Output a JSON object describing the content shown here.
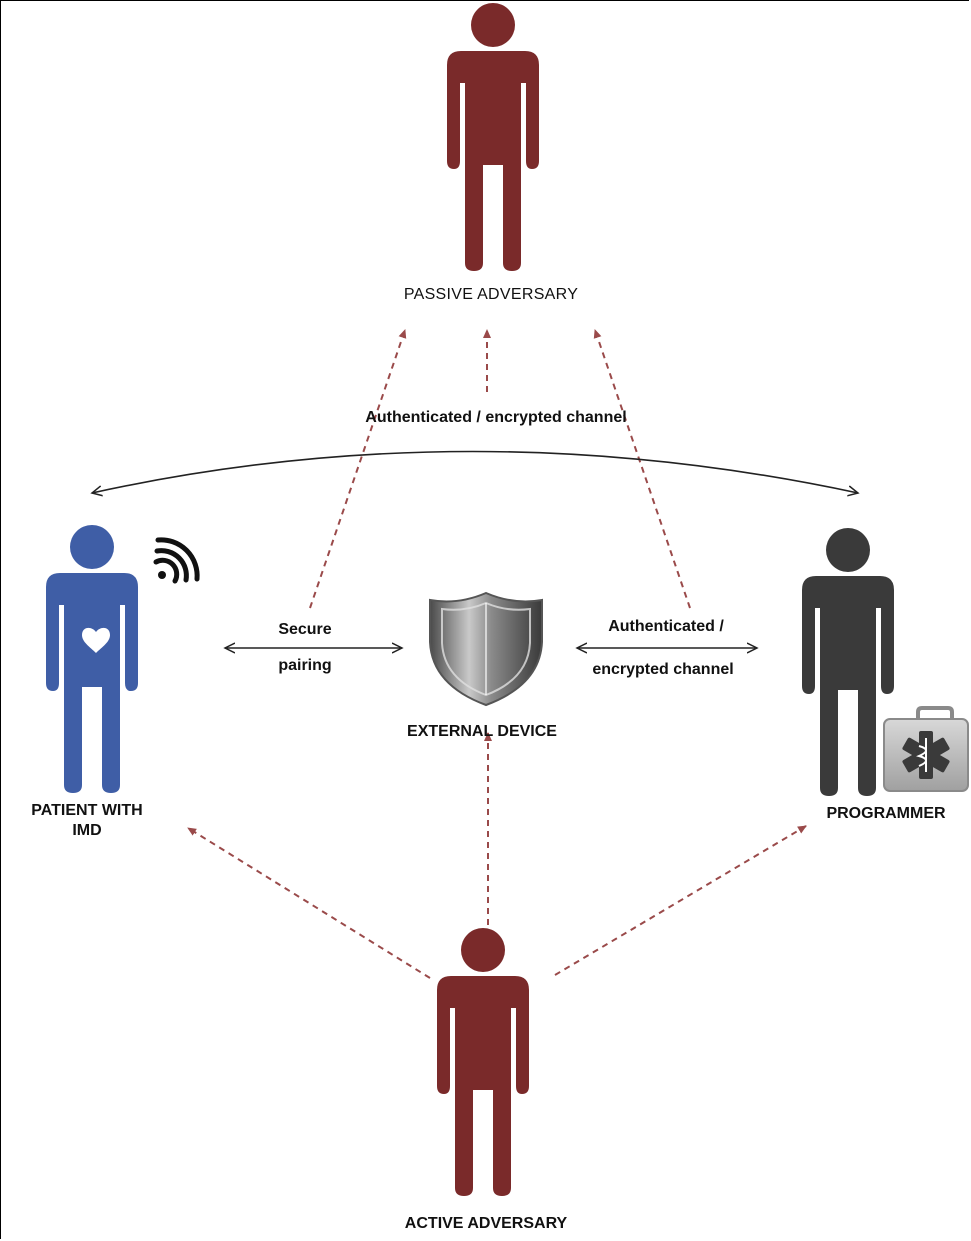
{
  "nodes": {
    "passive_adversary": {
      "label": "PASSIVE ADVERSARY"
    },
    "active_adversary": {
      "label": "ACTIVE ADVERSARY"
    },
    "patient": {
      "label_line1": "PATIENT WITH",
      "label_line2": "IMD"
    },
    "programmer": {
      "label": "PROGRAMMER"
    },
    "external_device": {
      "label": "EXTERNAL DEVICE"
    }
  },
  "edges": {
    "top_channel": {
      "label": "Authenticated / encrypted channel"
    },
    "secure_pairing": {
      "label_line1": "Secure",
      "label_line2": "pairing"
    },
    "programmer_channel": {
      "label_line1": "Authenticated /",
      "label_line2": "encrypted channel"
    }
  },
  "colors": {
    "adversary": "#7a2a2a",
    "patient": "#3f5ea6",
    "programmer": "#3a3a3a",
    "attack_arrow": "#9a4a4a",
    "channel_arrow": "#222222"
  },
  "icons": {
    "wireless": "wireless-signal-icon",
    "heart": "heart-icon",
    "shield": "shield-icon",
    "medical_kit": "medical-kit-icon"
  }
}
